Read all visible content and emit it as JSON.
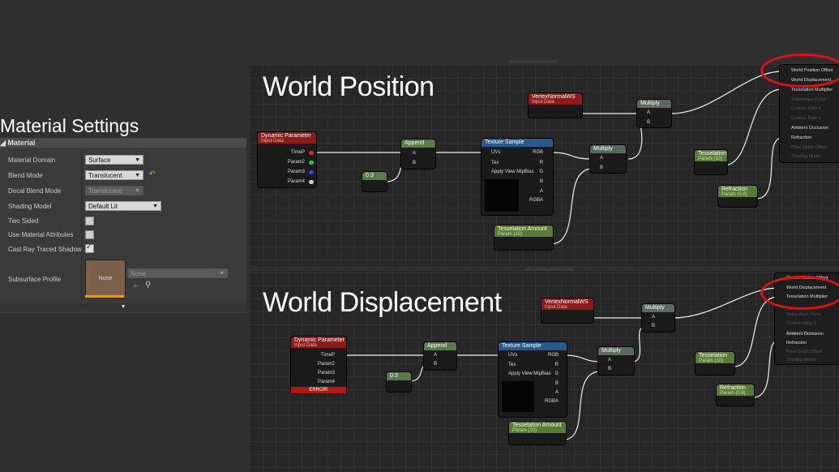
{
  "headings": {
    "top": "World Position",
    "bottom": "World Displacement"
  },
  "panel": {
    "title": "Material Settings",
    "category": "Material",
    "rows": [
      {
        "label": "Material Domain",
        "value": "Surface"
      },
      {
        "label": "Blend Mode",
        "value": "Translucent"
      },
      {
        "label": "Decal Blend Mode",
        "value": "Translucent"
      },
      {
        "label": "Shading Model",
        "value": "Default Lit"
      },
      {
        "label": "Two Sided"
      },
      {
        "label": "Use Material Attributes"
      },
      {
        "label": "Cast Ray Traced Shadow"
      },
      {
        "label": "Subsurface Profile",
        "value": "None",
        "thumb": "None"
      }
    ]
  },
  "nodes": {
    "dynParam": {
      "title": "Dynamic Parameter",
      "sub": "Input Data",
      "pins": [
        "TimeP",
        "Param2",
        "Param3",
        "Param4"
      ],
      "error": "ERROR!"
    },
    "append": "Append",
    "const": "0.3",
    "texSample": {
      "title": "Texture Sample",
      "in": [
        "UVs",
        "Tex",
        "Apply View MipBias"
      ],
      "out": [
        "RGB",
        "R",
        "G",
        "B",
        "A",
        "RGBA"
      ]
    },
    "vertexNormal": {
      "title": "VertexNormalWS",
      "sub": "Input Data"
    },
    "multiply": "Multiply",
    "pinA": "A",
    "pinB": "B",
    "tessAmount": {
      "title": "Tesselation Amount",
      "sub": "Param (10)"
    },
    "tesselation": {
      "title": "Tesselation",
      "sub": "Param (10)"
    },
    "refraction": {
      "title": "Refraction",
      "sub": "Param (0.8)"
    },
    "outputsTop": [
      "World Position Offset",
      "World Displacement",
      "Tesselation Multiplier",
      "Subsurface Color",
      "Custom Data 0",
      "Custom Data 1",
      "Ambient Occlusion",
      "Refraction",
      "Pixel Depth Offset",
      "Shading Model"
    ],
    "outputsBottom": [
      "World Position Offset",
      "World Displacement",
      "Tesselation Multiplier",
      "Subsurface Color",
      "Custom Data 0",
      "Custom Data 1",
      "Ambient Occlusion",
      "Refraction",
      "Pixel Depth Offset",
      "Shading Model"
    ]
  }
}
